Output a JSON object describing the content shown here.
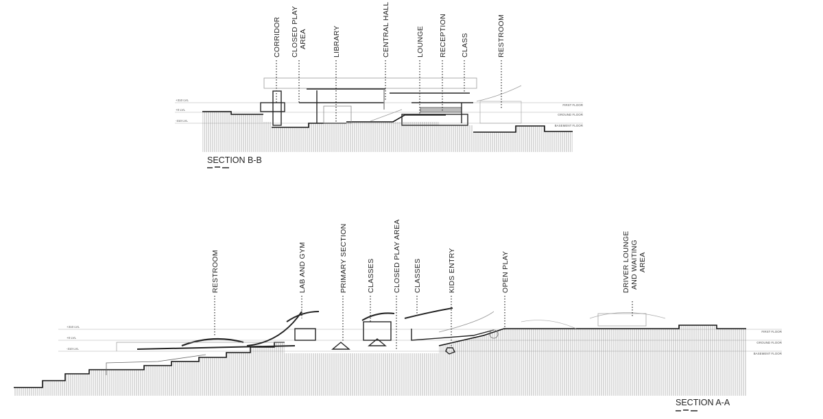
{
  "section_bb": {
    "title": "SECTION B-B",
    "levels": {
      "first": "+310 LVL",
      "ground": "+0 LVL",
      "basement": "-310 LVL"
    },
    "floors": {
      "first": "FIRST FLOOR",
      "ground": "GROUND FLOOR",
      "basement": "BASEMENT FLOOR"
    },
    "labels": [
      {
        "lines": [
          "CORRIDOR"
        ]
      },
      {
        "lines": [
          "CLOSED PLAY",
          "AREA"
        ]
      },
      {
        "lines": [
          "LIBRARY"
        ]
      },
      {
        "lines": [
          "CENTRAL HALL"
        ]
      },
      {
        "lines": [
          "LOUNGE"
        ]
      },
      {
        "lines": [
          "RECEPTION"
        ]
      },
      {
        "lines": [
          "CLASS"
        ]
      },
      {
        "lines": [
          "RESTROOM"
        ]
      }
    ]
  },
  "section_aa": {
    "title": "SECTION A-A",
    "levels": {
      "first": "+310 LVL",
      "ground": "+0 LVL",
      "basement": "-310 LVL"
    },
    "floors": {
      "first": "FIRST FLOOR",
      "ground": "GROUND FLOOR",
      "basement": "BASEMENT FLOOR"
    },
    "labels": [
      {
        "lines": [
          "RESTROOM"
        ]
      },
      {
        "lines": [
          "LAB AND GYM"
        ]
      },
      {
        "lines": [
          "PRIMARY SECTION"
        ]
      },
      {
        "lines": [
          "CLASSES"
        ]
      },
      {
        "lines": [
          "CLOSED PLAY AREA"
        ]
      },
      {
        "lines": [
          "CLASSES"
        ]
      },
      {
        "lines": [
          "KIDS ENTRY"
        ]
      },
      {
        "lines": [
          "OPEN PLAY"
        ]
      },
      {
        "lines": [
          "DRIVER LOUNGE",
          "AND WAITING",
          "AREA"
        ]
      }
    ]
  }
}
